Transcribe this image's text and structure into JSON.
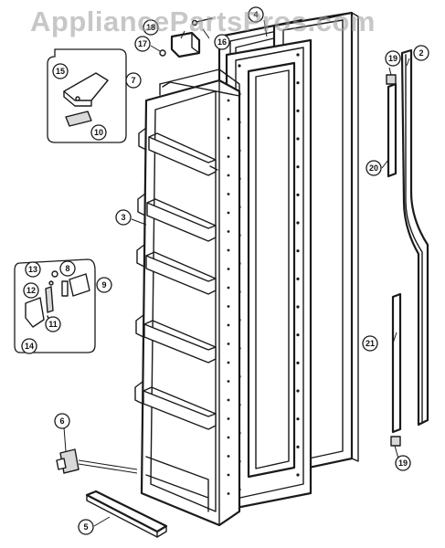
{
  "watermark": "AppliancePartsPros.com",
  "callouts": [
    {
      "id": "c2",
      "label": "2"
    },
    {
      "id": "c3",
      "label": "3"
    },
    {
      "id": "c4",
      "label": "4"
    },
    {
      "id": "c5",
      "label": "5"
    },
    {
      "id": "c6",
      "label": "6"
    },
    {
      "id": "c7",
      "label": "7"
    },
    {
      "id": "c8",
      "label": "8"
    },
    {
      "id": "c9",
      "label": "9"
    },
    {
      "id": "c10",
      "label": "10"
    },
    {
      "id": "c11",
      "label": "11"
    },
    {
      "id": "c12",
      "label": "12"
    },
    {
      "id": "c13",
      "label": "13"
    },
    {
      "id": "c14",
      "label": "14"
    },
    {
      "id": "c15",
      "label": "15"
    },
    {
      "id": "c16",
      "label": "16"
    },
    {
      "id": "c17",
      "label": "17"
    },
    {
      "id": "c18",
      "label": "18"
    },
    {
      "id": "c19a",
      "label": "19"
    },
    {
      "id": "c19b",
      "label": "19"
    },
    {
      "id": "c20",
      "label": "20"
    },
    {
      "id": "c21",
      "label": "21"
    }
  ]
}
